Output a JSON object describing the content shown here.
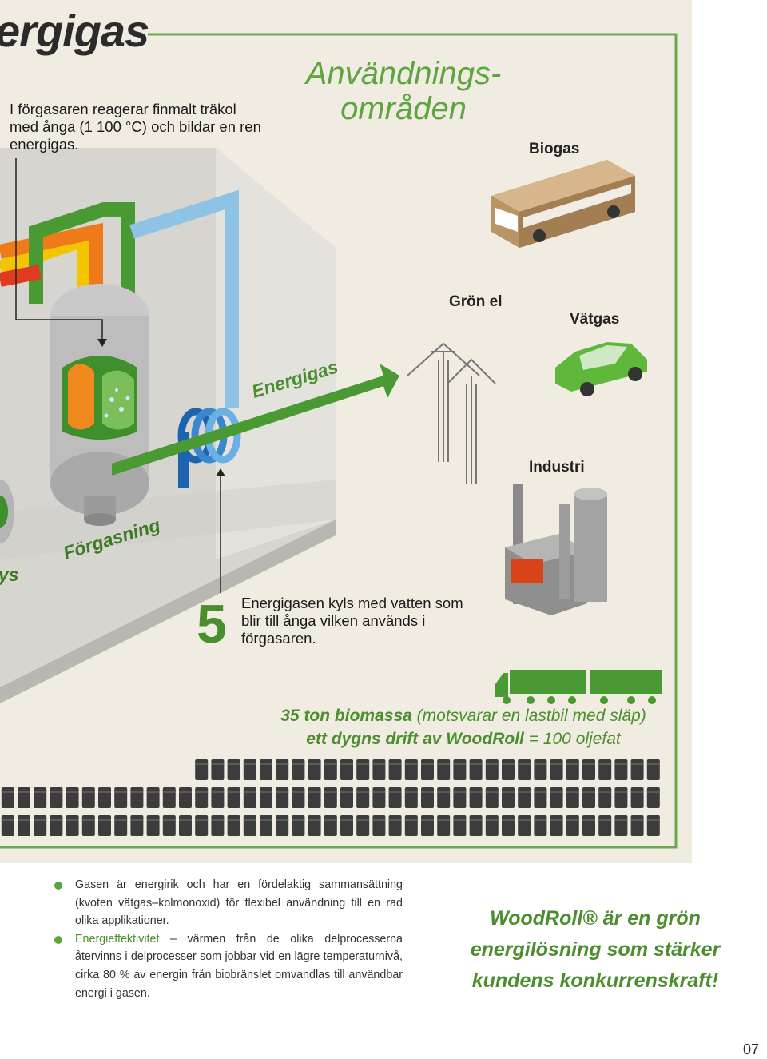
{
  "header": {
    "title": "ergigas",
    "intro": "I förgasaren reagerar finmalt träkol med ånga (1 100 °C) och bildar en ren energigas."
  },
  "usage": {
    "title_line1": "Användnings-",
    "title_line2": "områden",
    "items": [
      "Biogas",
      "Grön el",
      "Vätgas",
      "Industri"
    ]
  },
  "diagram": {
    "energigas_label": "Energigas",
    "forgasning_label": "Förgasning",
    "left_fragment": "ys",
    "step_number": "5",
    "step_text": "Energigasen kyls med vatten som blir till ånga vilken används i förgasaren."
  },
  "stats": {
    "line1_bold": "35 ton biomassa",
    "line1_rest": " (motsvarar en lastbil med släp)",
    "line2_bold": "ett dygns drift av WoodRoll",
    "line2_rest": " = 100 oljefat",
    "barrel_rows": [
      29,
      41,
      41
    ],
    "barrel_total": 100
  },
  "bullets": [
    {
      "highlight": "",
      "text": "Gasen är energirik och har en fördelaktig sammansättning (kvoten vätgas–kolmonoxid) för flexibel användning till en rad olika applikationer."
    },
    {
      "highlight": "Energieffektivitet",
      "text": " – värmen från de olika delprocesserna återvinns i delprocesser som jobbar vid en lägre temperaturnivå, cirka 80 % av energin från biobränslet omvandlas till användbar energi i gasen."
    }
  ],
  "slogan": {
    "line1": "WoodRoll® är en grön",
    "line2": "energilösning som stärker",
    "line3": "kundens konkurrenskraft!"
  },
  "page_number": "07",
  "colors": {
    "panel_bg": "#f1ece1",
    "green": "#4a8e2e",
    "light_green": "#5ea542",
    "frame": "#6aa84f",
    "barrel": "#3c3c3c"
  }
}
